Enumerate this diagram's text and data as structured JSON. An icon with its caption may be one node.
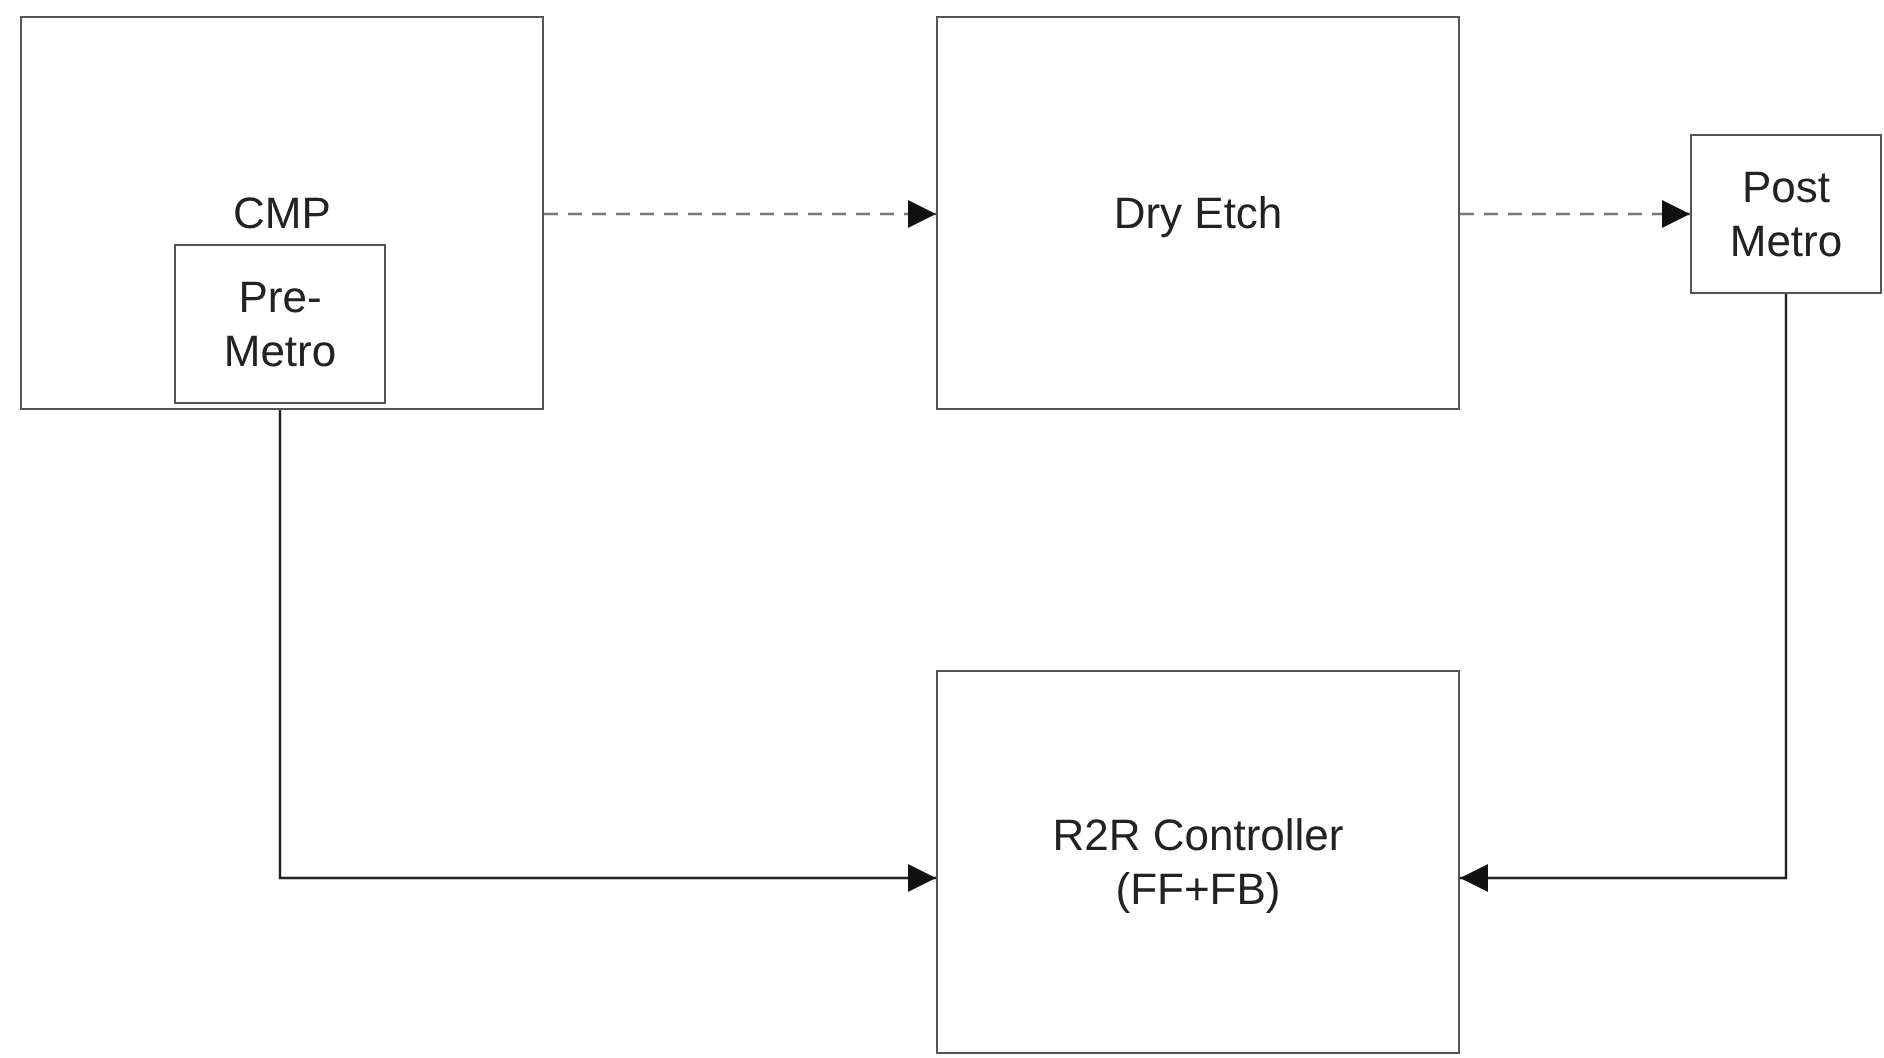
{
  "diagram": {
    "nodes": [
      {
        "text": [
          "CMP"
        ]
      },
      {
        "text": [
          "Pre- Metro"
        ],
        "in": 0
      },
      {
        "text": [
          "Dry Etch"
        ]
      },
      {
        "text": [
          "Post Metro"
        ]
      },
      {
        "text": [
          "R2R Controller (FF+FB)"
        ]
      }
    ],
    "edges": [
      {
        "from": 0,
        "to": 2,
        "arrow": "to",
        "style": "dashed",
        "color": "#777777"
      },
      {
        "from": 2,
        "to": 3,
        "arrow": "to",
        "style": "dashed",
        "color": "#777777"
      },
      {
        "from": 1,
        "to": 4,
        "arrow": "to"
      },
      {
        "from": 3,
        "to": 4,
        "arrow": "to"
      }
    ]
  }
}
